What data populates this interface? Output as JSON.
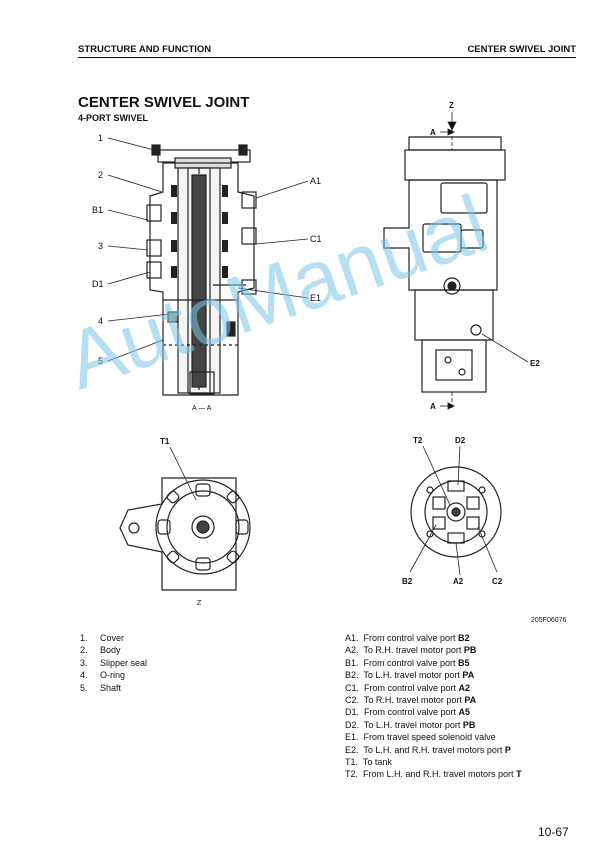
{
  "header": {
    "left": "STRUCTURE AND FUNCTION",
    "right": "CENTER SWIVEL JOINT"
  },
  "title": "CENTER SWIVEL JOINT",
  "subtitle": "4-PORT SWIVEL",
  "figure": {
    "section_caption": "A — A",
    "view_z_caption": "Z",
    "code": "205F06076",
    "labels_left": [
      "1",
      "2",
      "B1",
      "3",
      "D1",
      "4",
      "5"
    ],
    "labels_right": [
      "A1",
      "C1",
      "E1"
    ],
    "side_view_labels": {
      "z": "Z",
      "a_top": "A",
      "a_bottom": "A",
      "e2": "E2"
    },
    "view_z_label": "T1",
    "bottom_view_labels": [
      "T2",
      "D2",
      "B2",
      "A2",
      "C2"
    ]
  },
  "parts": [
    {
      "num": "1.",
      "name": "Cover"
    },
    {
      "num": "2.",
      "name": "Body"
    },
    {
      "num": "3.",
      "name": "Slipper seal"
    },
    {
      "num": "4.",
      "name": "O-ring"
    },
    {
      "num": "5.",
      "name": "Shaft"
    }
  ],
  "legend": [
    {
      "code": "A1.",
      "text": "From control valve port ",
      "port": "B2"
    },
    {
      "code": "A2.",
      "text": "To R.H. travel motor port ",
      "port": "PB"
    },
    {
      "code": "B1.",
      "text": "From control valve port ",
      "port": "B5"
    },
    {
      "code": "B2.",
      "text": "To L.H. travel motor port ",
      "port": "PA"
    },
    {
      "code": "C1.",
      "text": "From control valve port ",
      "port": "A2"
    },
    {
      "code": "C2.",
      "text": "To R.H. travel motor port ",
      "port": "PA"
    },
    {
      "code": "D1.",
      "text": "From control valve port ",
      "port": "A5"
    },
    {
      "code": "D2.",
      "text": "To L.H. travel motor port ",
      "port": "PB"
    },
    {
      "code": "E1.",
      "text": "From travel speed solenoid valve",
      "port": ""
    },
    {
      "code": "E2.",
      "text": "To L.H. and R.H. travel motors port ",
      "port": "P"
    },
    {
      "code": "T1.",
      "text": "To tank",
      "port": ""
    },
    {
      "code": "T2.",
      "text": "From L.H. and R.H. travel motors port ",
      "port": "T"
    }
  ],
  "watermark": "AutoManual",
  "page_number": "10-67"
}
